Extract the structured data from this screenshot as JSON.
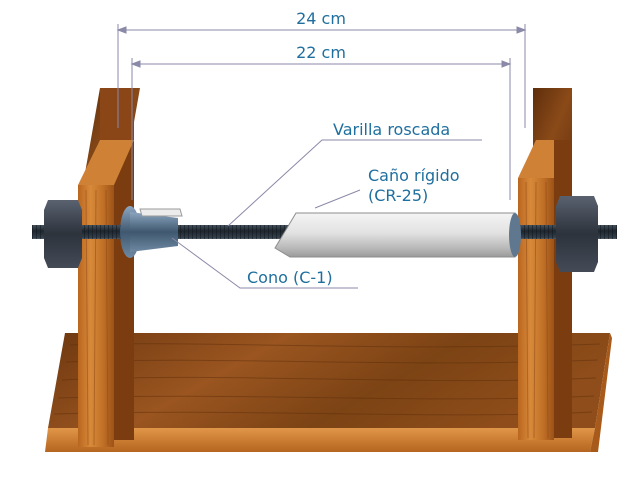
{
  "dimensions": {
    "outer": "24 cm",
    "inner": "22 cm"
  },
  "labels": {
    "rod": "Varilla roscada",
    "pipe_line1": "Caño rígido",
    "pipe_line2": "(CR-25)",
    "cone": "Cono (C-1)"
  },
  "colors": {
    "label_text": "#1f6f9e",
    "dimension_line": "#8a8aa8",
    "wood_light": "#c97a2c",
    "wood_dark": "#7a3f12",
    "pipe": "#d8d8d8",
    "rod": "#2a3440",
    "nut": "#3b4250"
  }
}
